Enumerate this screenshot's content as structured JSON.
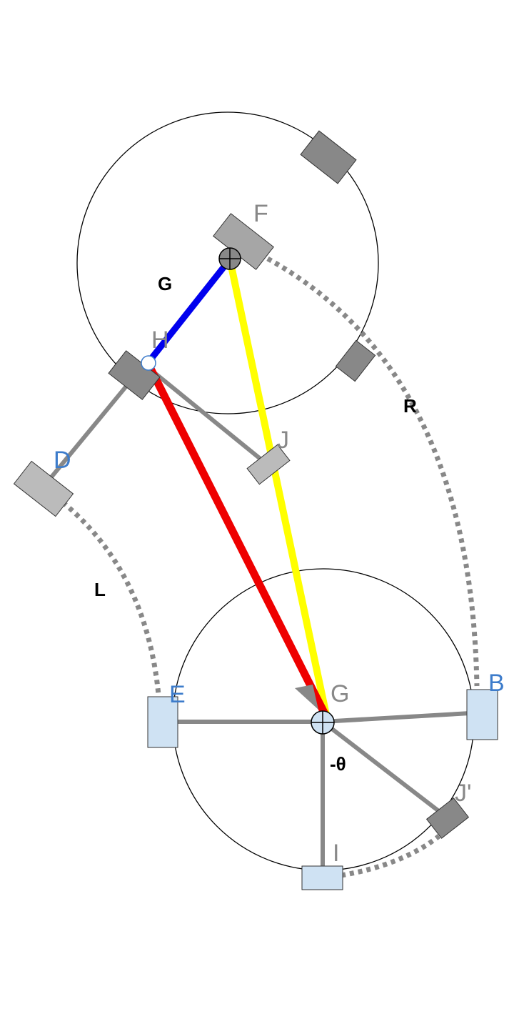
{
  "diagram": {
    "labels": {
      "F": "F",
      "H": "H",
      "J": "J",
      "D": "D",
      "E": "E",
      "G_point": "G",
      "B": "B",
      "J_prime": "J'",
      "I": "I",
      "theta": "-θ",
      "G_segment": "G",
      "R": "R",
      "L": "L"
    },
    "colors": {
      "blue_segment": "#0000ee",
      "yellow_segment": "#ffff00",
      "red_segment": "#ee0000",
      "gray_spoke": "#888888",
      "dotted_arc": "#888888",
      "dark_block": "#888888",
      "light_gray_block": "#bbbbbb",
      "light_blue_block": "#cfe2f3",
      "blue_label": "#3d7ccb",
      "gray_label": "#888888",
      "black_label": "#000000"
    }
  }
}
